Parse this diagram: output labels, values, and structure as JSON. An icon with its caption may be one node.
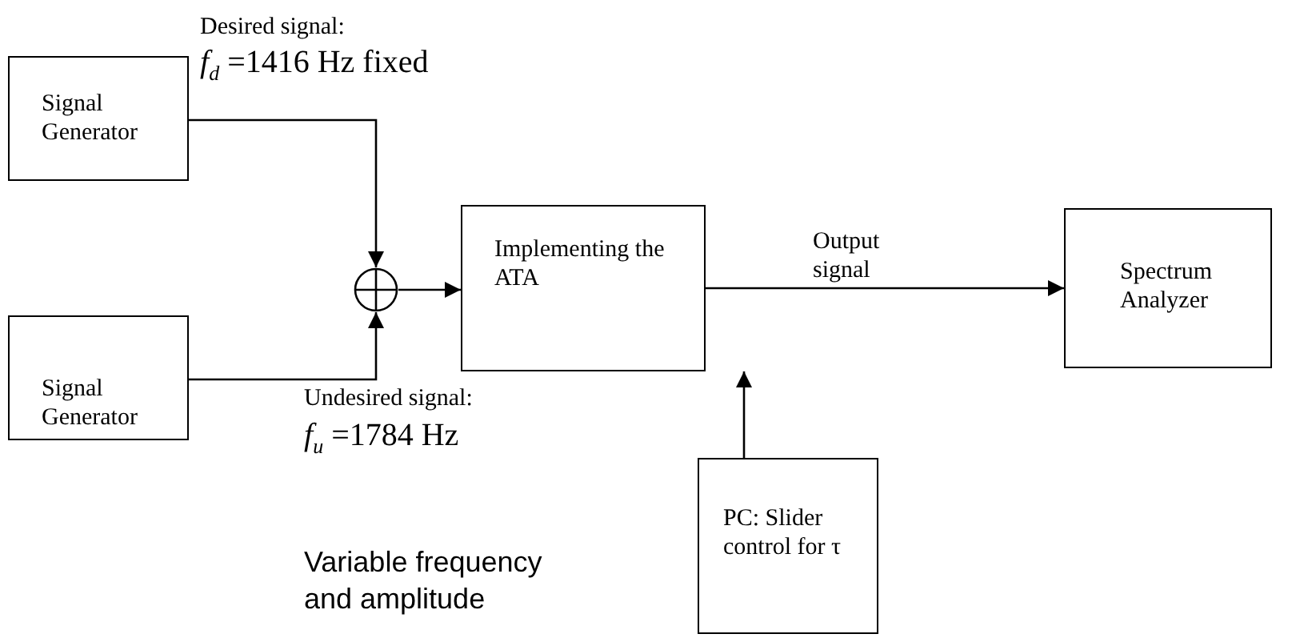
{
  "diagram": {
    "nodes": [
      {
        "text": [
          "Signal Generator"
        ]
      },
      {
        "text": [
          "Signal Generator"
        ]
      },
      {
        "text": [],
        "shape": "circle"
      },
      {
        "text": [
          "Implementing the ATA"
        ]
      },
      {
        "text": [
          "Spectrum Analyzer"
        ]
      },
      {
        "text": [
          "PC: Slider control for τ"
        ]
      }
    ],
    "edges": [
      {
        "from": 0,
        "to": 2,
        "arrow": "to"
      },
      {
        "from": 1,
        "to": 2,
        "arrow": "to"
      },
      {
        "from": 2,
        "to": 3,
        "arrow": "to"
      },
      {
        "from": 3,
        "to": 4,
        "arrow": "to",
        "label": "Output signal"
      },
      {
        "from": 5,
        "to": 3,
        "arrow": "to"
      }
    ],
    "labels": [
      "Desired signal:",
      "*f*$_{d}$ =1416 Hz fixed",
      "Undesired signal:",
      "*f*$_{u}$ =1784 Hz",
      "Variable frequency and amplitude"
    ]
  }
}
